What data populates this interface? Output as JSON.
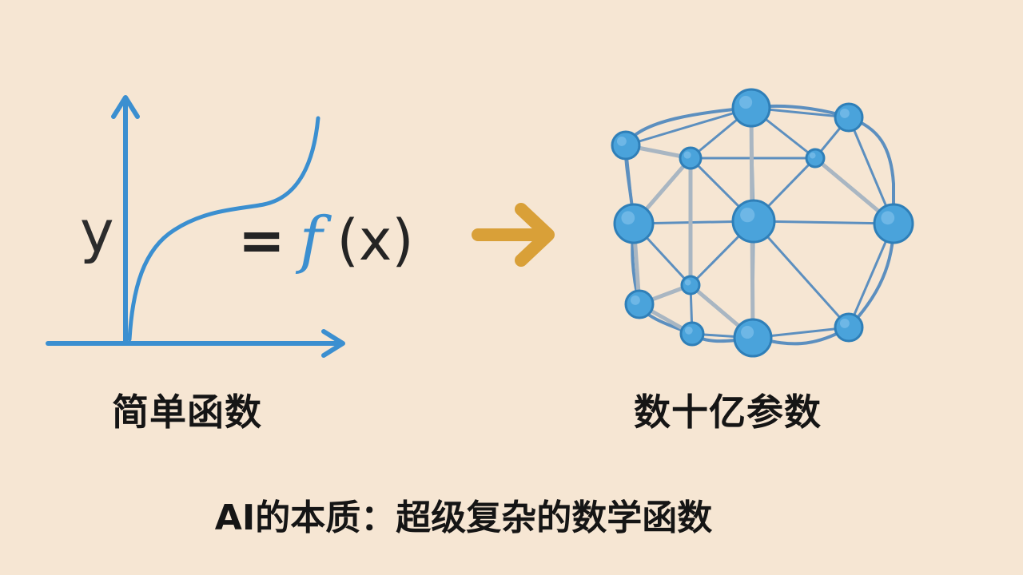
{
  "function_diagram": {
    "y_label": "y",
    "equals": "=",
    "function_name": "f",
    "argument": "(x)",
    "caption": "简单函数"
  },
  "network_diagram": {
    "caption": "数十亿参数"
  },
  "tagline": "AI的本质：超级复杂的数学函数",
  "colors": {
    "background": "#f6e6d3",
    "axis_blue": "#3b8fd0",
    "arrow_orange": "#d9a038",
    "node_fill": "#4aa3db",
    "node_stroke": "#2f7fb8",
    "edge_blue": "#5c8fbf",
    "edge_grey": "#a9b6c2",
    "text": "#151515"
  }
}
